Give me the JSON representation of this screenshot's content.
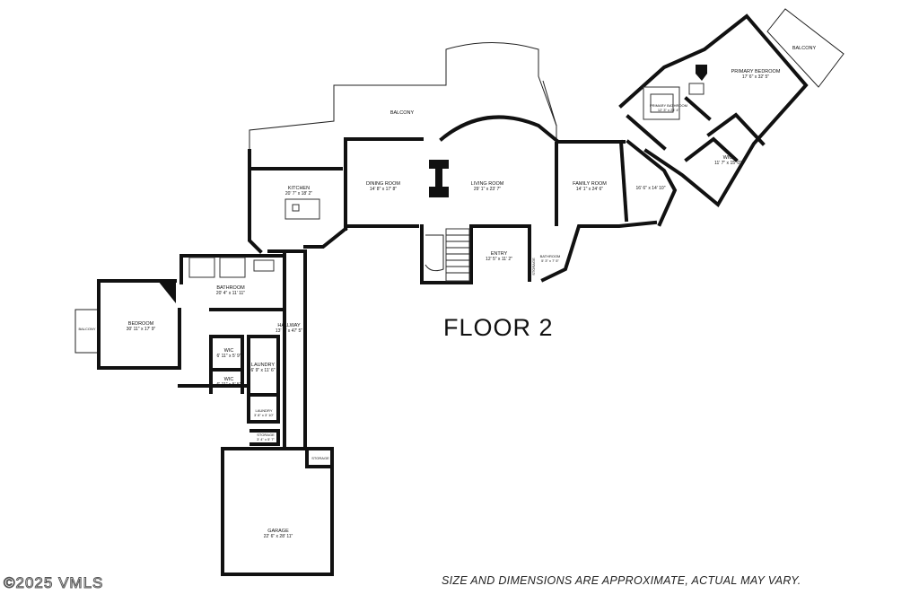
{
  "floor_title": "FLOOR 2",
  "disclaimer": "SIZE AND DIMENSIONS ARE APPROXIMATE, ACTUAL MAY VARY.",
  "copyright": "©2025 VMLS",
  "rooms": {
    "balcony_top": {
      "name": "BALCONY"
    },
    "balcony_ne": {
      "name": "BALCONY"
    },
    "balcony_west": {
      "name": "BALCONY"
    },
    "kitchen": {
      "name": "KITCHEN",
      "dim": "20' 7\" x 18' 2\""
    },
    "dining": {
      "name": "DINING ROOM",
      "dim": "14' 8\" x 17' 8\""
    },
    "living": {
      "name": "LIVING ROOM",
      "dim": "29' 1\" x 23' 7\""
    },
    "family": {
      "name": "FAMILY ROOM",
      "dim": "14' 1\" x 24' 6\""
    },
    "den": {
      "dim": "16' 6\" x 14' 10\""
    },
    "primary_bed": {
      "name": "PRIMARY BEDROOM",
      "dim": "17' 6\" x 32' 5\""
    },
    "primary_bath": {
      "name": "PRIMARY BATHROOM",
      "dim": "12' 3\" x 24' 4\""
    },
    "wic_primary": {
      "name": "WIC",
      "dim": "11' 7\" x 15' 0\""
    },
    "entry": {
      "name": "ENTRY",
      "dim": "12' 5\" x 11' 2\""
    },
    "storage_entry": {
      "name": "STORAGE"
    },
    "bathroom_small": {
      "name": "BATHROOM",
      "dim": "5' 3\" x 7' 5\""
    },
    "bathroom": {
      "name": "BATHROOM",
      "dim": "20' 4\" x 11' 11\""
    },
    "bedroom": {
      "name": "BEDROOM",
      "dim": "30' 11\" x 17' 9\""
    },
    "hallway": {
      "name": "HALLWAY",
      "dim": "13' 9\" x 47' 5\""
    },
    "wic1": {
      "name": "WIC",
      "dim": "6' 11\" x 5' 9\""
    },
    "wic2": {
      "name": "WIC",
      "dim": "6' 11\" x 5' 5\""
    },
    "laundry": {
      "name": "LAUNDRY",
      "dim": "6' 9\" x 11' 6\""
    },
    "laundry_small": {
      "name": "LAUNDRY",
      "dim": "3' 8\" x 3' 10\""
    },
    "storage_small": {
      "name": "STORAGE",
      "dim": "3' 4\" x 5' 7\""
    },
    "storage_garage": {
      "name": "STORAGE"
    },
    "garage": {
      "name": "GARAGE",
      "dim": "22' 6\" x 28' 11\""
    }
  }
}
